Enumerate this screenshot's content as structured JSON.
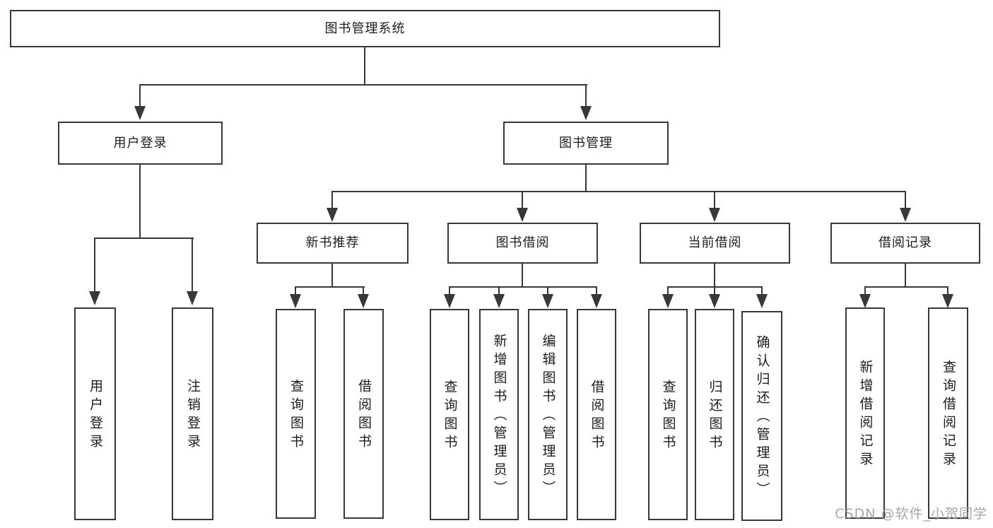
{
  "page": {
    "background_color": "#ffffff",
    "line_color": "#383838",
    "text_color": "#1c1c1c"
  },
  "tree": {
    "root": {
      "label": "图书管理系统"
    },
    "branches": [
      {
        "label": "用户登录",
        "children": [
          {
            "label": "用户登录"
          },
          {
            "label": "注销登录"
          }
        ]
      },
      {
        "label": "图书管理",
        "groups": [
          {
            "label": "新书推荐",
            "children": [
              {
                "label": "查询图书"
              },
              {
                "label": "借阅图书"
              }
            ]
          },
          {
            "label": "图书借阅",
            "children": [
              {
                "label": "查询图书"
              },
              {
                "label": "新增图书（管理员）"
              },
              {
                "label": "编辑图书（管理员）"
              },
              {
                "label": "借阅图书"
              }
            ]
          },
          {
            "label": "当前借阅",
            "children": [
              {
                "label": "查询图书"
              },
              {
                "label": "归还图书"
              },
              {
                "label": "确认归还（管理员）"
              }
            ]
          },
          {
            "label": "借阅记录",
            "children": [
              {
                "label": "新增借阅记录"
              },
              {
                "label": "查询借阅记录"
              }
            ]
          }
        ]
      }
    ]
  },
  "watermark": {
    "text": "CSDN @软件_小贺同学",
    "color": "#a6a6a6"
  }
}
